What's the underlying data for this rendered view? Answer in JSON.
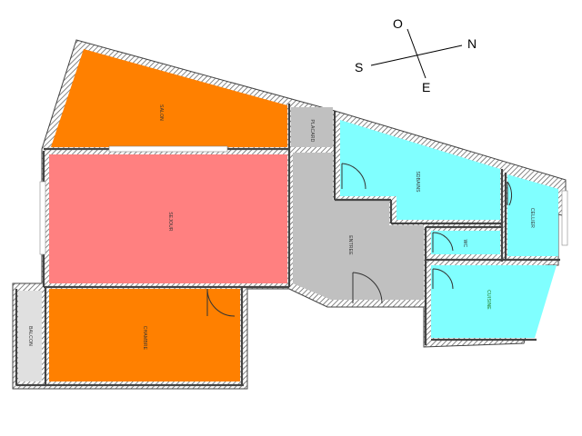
{
  "compass": {
    "north": "N",
    "south": "S",
    "east": "E",
    "west": "O"
  },
  "rooms": {
    "salon": "SALON",
    "sejour": "SEJOUR",
    "chambre": "CHAMBRE",
    "balcon": "BALCON",
    "placard": "PLACARD",
    "entree": "ENTREE",
    "sdb": "SDBAINS",
    "wc": "WC",
    "cellier": "CELLIER",
    "cuisine": "CUISINE"
  },
  "colors": {
    "orange": "#ff8000",
    "pink": "#ff8080",
    "grey": "#c0c0c0",
    "cyan": "#80ffff",
    "balcony": "#e0e0e0",
    "wall": "#444444"
  }
}
